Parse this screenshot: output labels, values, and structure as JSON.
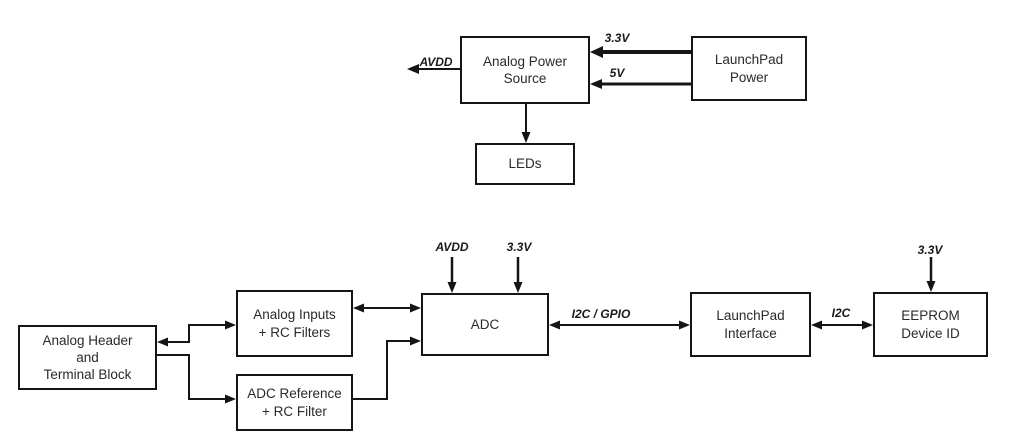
{
  "diagram": {
    "colors": {
      "line": "#151515",
      "background": "#ffffff",
      "text": "#2a2a2a"
    },
    "blocks": {
      "analog_power_source": "Analog Power\nSource",
      "launchpad_power": "LaunchPad\nPower",
      "leds": "LEDs",
      "analog_header": "Analog Header\nand\nTerminal Block",
      "analog_inputs": "Analog Inputs\n+ RC Filters",
      "adc_reference": "ADC Reference\n+ RC Filter",
      "adc": "ADC",
      "launchpad_interface": "LaunchPad\nInterface",
      "eeprom": "EEPROM\nDevice ID"
    },
    "signal_labels": {
      "avdd_out": "AVDD",
      "rail_3v3_top": "3.3V",
      "rail_5v": "5V",
      "avdd_adc": "AVDD",
      "rail_3v3_adc": "3.3V",
      "i2c_gpio": "I2C / GPIO",
      "i2c": "I2C",
      "rail_3v3_eeprom": "3.3V"
    }
  }
}
